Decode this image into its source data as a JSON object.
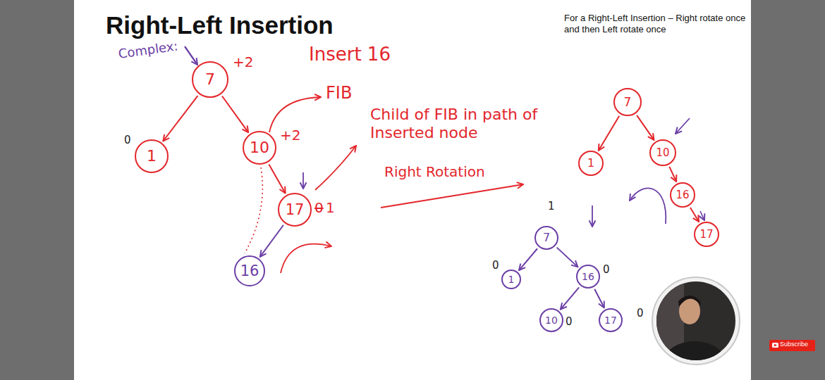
{
  "diagram": {
    "title": "Right-Left Insertion",
    "nodes": [
      {
        "text": [
          "7"
        ]
      },
      {
        "text": [
          "1"
        ]
      },
      {
        "text": [
          "10"
        ]
      },
      {
        "text": [
          "17"
        ]
      },
      {
        "text": [
          "16"
        ]
      },
      {
        "text": [
          "7"
        ]
      },
      {
        "text": [
          "1"
        ]
      },
      {
        "text": [
          "10"
        ]
      },
      {
        "text": [
          "16"
        ]
      },
      {
        "text": [
          "17"
        ]
      },
      {
        "text": [
          "7"
        ]
      },
      {
        "text": [
          "1"
        ]
      },
      {
        "text": [
          "16"
        ]
      },
      {
        "text": [
          "10"
        ]
      },
      {
        "text": [
          "17"
        ]
      }
    ],
    "edges": [
      {
        "from": 0,
        "to": 1,
        "arrow": "to"
      },
      {
        "from": 0,
        "to": 2,
        "arrow": "to"
      },
      {
        "from": 2,
        "to": 3,
        "arrow": "to"
      },
      {
        "from": 3,
        "to": 4,
        "arrow": "to"
      },
      {
        "from": 5,
        "to": 6,
        "arrow": "to"
      },
      {
        "from": 5,
        "to": 7,
        "arrow": "to"
      },
      {
        "from": 7,
        "to": 8,
        "arrow": "to"
      },
      {
        "from": 8,
        "to": 9,
        "arrow": "to"
      },
      {
        "from": 10,
        "to": 11,
        "arrow": "to"
      },
      {
        "from": 10,
        "to": 12,
        "arrow": "to"
      },
      {
        "from": 12,
        "to": 13,
        "arrow": "to"
      },
      {
        "from": 12,
        "to": 14,
        "arrow": "to"
      }
    ],
    "labels": [
      "For a Right-Left Insertion – Right rotate once and then Left rotate once",
      "Complex:",
      "+2",
      "Insert 16",
      "FIB",
      "0",
      "+2",
      "Child of FIB in path of Inserted node",
      "Right Rotation",
      "0",
      "1",
      "1",
      "0",
      "0",
      "0",
      "0",
      "Subscribe"
    ]
  }
}
